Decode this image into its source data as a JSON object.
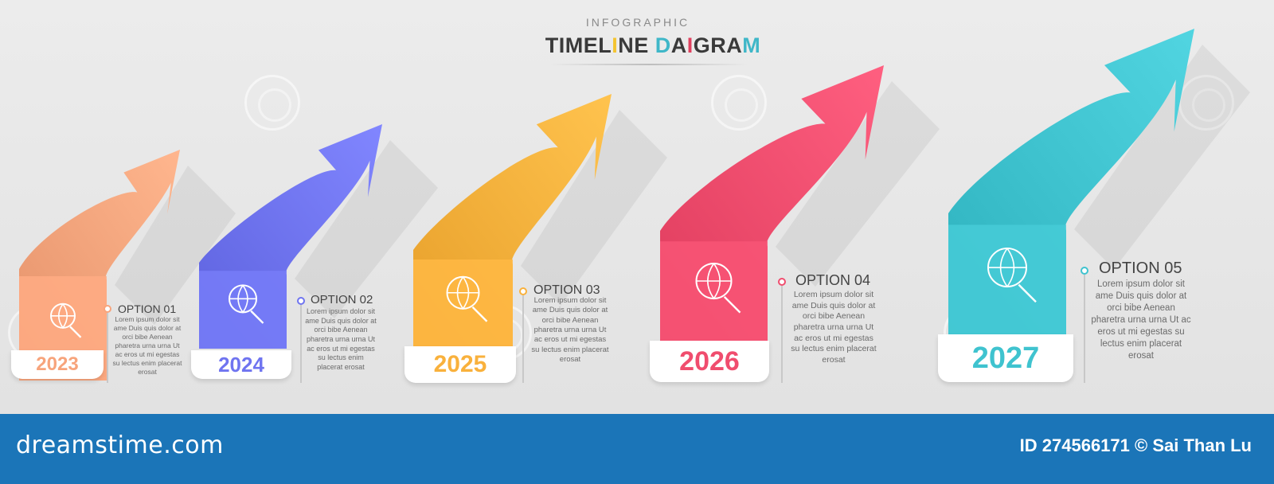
{
  "header": {
    "subtitle": "INFOGRAPHIC",
    "title": "TIMELINE DAIGRAM"
  },
  "steps": [
    {
      "year": "2023",
      "option": "OPTION 01",
      "desc": "Lorem ipsum dolor sit ame Duis quis dolor at orci bibe Aenean pharetra urna urna Ut ac eros ut mi egestas su lectus enim placerat erosat",
      "color": "#f7a47c",
      "icon": "house-globe-magnifier-icon"
    },
    {
      "year": "2024",
      "option": "OPTION 02",
      "desc": "Lorem ipsum dolor sit ame Duis quis dolor at orci bibe Aenean pharetra urna urna Ut ac eros ut mi egestas su lectus enim placerat erosat",
      "color": "#6f74f0",
      "icon": "person-clock-coins-icon"
    },
    {
      "year": "2025",
      "option": "OPTION 03",
      "desc": "Lorem ipsum dolor sit ame Duis quis dolor at orci bibe Aenean pharetra urna urna Ut ac eros ut mi egestas su lectus enim placerat erosat",
      "color": "#f9b13c",
      "icon": "gear-handshake-icon"
    },
    {
      "year": "2026",
      "option": "OPTION 04",
      "desc": "Lorem ipsum dolor sit ame Duis quis dolor at orci bibe Aenean pharetra urna urna Ut ac eros ut mi egestas su lectus enim placerat erosat",
      "color": "#f04d6e",
      "icon": "shield-pie-chart-icon"
    },
    {
      "year": "2027",
      "option": "OPTION 05",
      "desc": "Lorem ipsum dolor sit ame Duis quis dolor at orci bibe Aenean pharetra urna urna Ut ac eros ut mi egestas su lectus enim placerat erosat",
      "color": "#3fc3cf",
      "icon": "trophy-growth-chart-icon"
    }
  ],
  "footer": {
    "brand": "dreamstime.com",
    "credit": "ID 274566171 © Sai Than Lu"
  }
}
